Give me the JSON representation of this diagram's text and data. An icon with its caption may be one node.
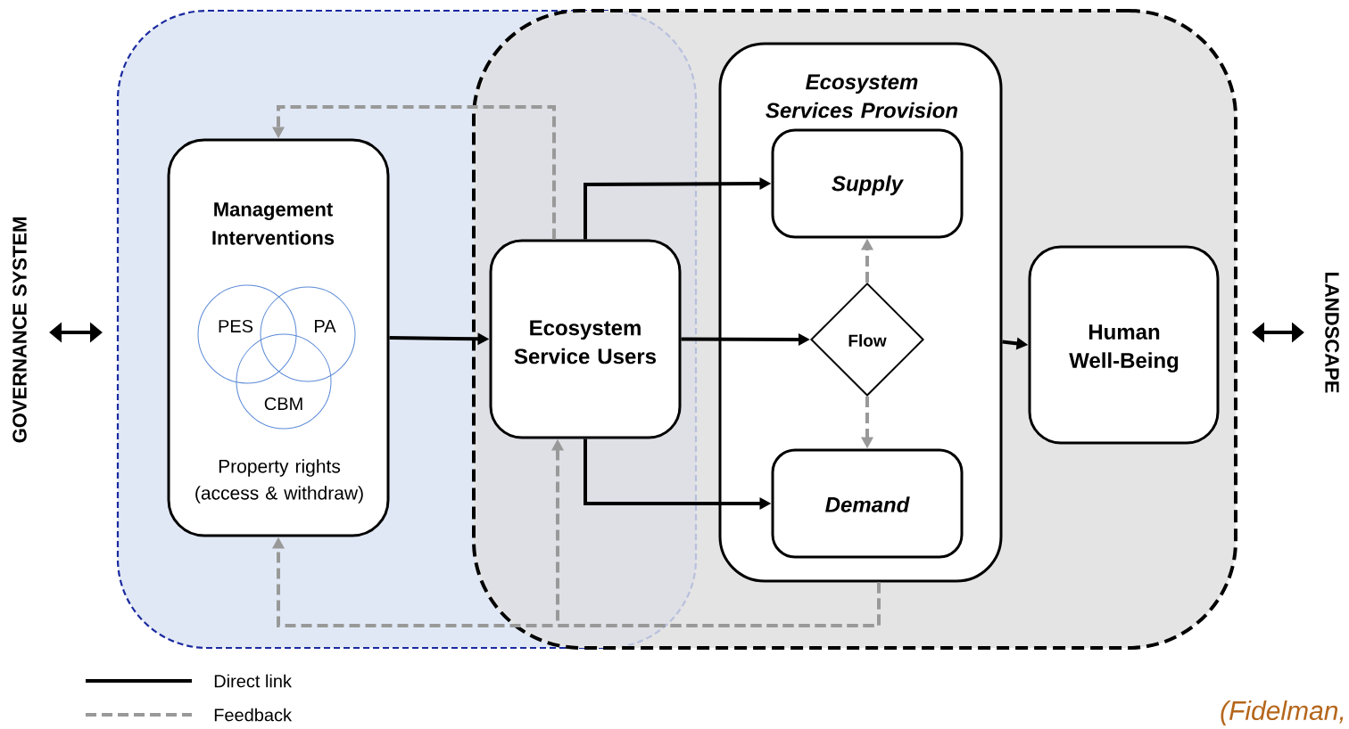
{
  "diagram": {
    "nodes": [
      {
        "text": [
          "GOVERNANCE SYSTEM"
        ]
      },
      {
        "text": [
          "LANDSCAPE"
        ]
      },
      {
        "text": [
          "Management Interventions",
          "Property rights (access & withdraw)"
        ],
        "in": 0
      },
      {
        "text": [
          "PES"
        ],
        "in": 2
      },
      {
        "text": [
          "PA"
        ],
        "in": 2
      },
      {
        "text": [
          "CBM"
        ],
        "in": 2
      },
      {
        "text": [
          "Ecosystem Service Users"
        ]
      },
      {
        "text": [
          "Ecosystem Services Provision"
        ],
        "in": 1
      },
      {
        "text": [
          "Supply"
        ],
        "in": 7
      },
      {
        "text": [
          "Flow"
        ],
        "in": 7
      },
      {
        "text": [
          "Demand"
        ],
        "in": 7
      },
      {
        "text": [
          "Human Well-Being"
        ],
        "in": 1
      }
    ],
    "edges": [
      {
        "from": 2,
        "to": 6,
        "arrow": "to"
      },
      {
        "from": 6,
        "to": 8,
        "arrow": "to"
      },
      {
        "from": 6,
        "to": 9,
        "arrow": "to"
      },
      {
        "from": 6,
        "to": 10,
        "arrow": "to"
      },
      {
        "from": 7,
        "to": 11,
        "arrow": "to"
      },
      {
        "from": 6,
        "to": 2,
        "arrow": "to",
        "style": "dashed",
        "color": "#999999"
      },
      {
        "from": 9,
        "to": 8,
        "arrow": "to",
        "style": "dashed",
        "color": "#999999"
      },
      {
        "from": 9,
        "to": 10,
        "arrow": "to",
        "style": "dashed",
        "color": "#999999"
      },
      {
        "from": 7,
        "to": 2,
        "arrow": "to",
        "style": "dashed",
        "color": "#999999"
      },
      {
        "from": 7,
        "to": 6,
        "arrow": "to",
        "style": "dashed",
        "color": "#999999"
      }
    ],
    "labels": [
      "(Fidelman,"
    ],
    "legend": [
      {
        "text": "Direct link"
      },
      {
        "text": "Feedback"
      }
    ]
  }
}
